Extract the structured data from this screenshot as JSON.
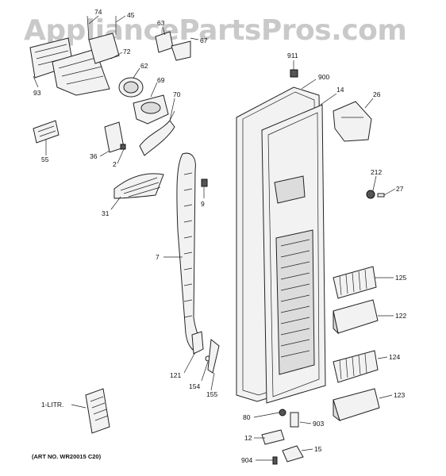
{
  "watermark": "AppliancePartsPros.com",
  "art_number": "(ART NO. WR20015 C20)",
  "callouts": [
    {
      "id": "74"
    },
    {
      "id": "45"
    },
    {
      "id": "63"
    },
    {
      "id": "67"
    },
    {
      "id": "72"
    },
    {
      "id": "93"
    },
    {
      "id": "62"
    },
    {
      "id": "69"
    },
    {
      "id": "70"
    },
    {
      "id": "55"
    },
    {
      "id": "36"
    },
    {
      "id": "2"
    },
    {
      "id": "31"
    },
    {
      "id": "9"
    },
    {
      "id": "7"
    },
    {
      "id": "911"
    },
    {
      "id": "900"
    },
    {
      "id": "14"
    },
    {
      "id": "26"
    },
    {
      "id": "212"
    },
    {
      "id": "27"
    },
    {
      "id": "125"
    },
    {
      "id": "122"
    },
    {
      "id": "124"
    },
    {
      "id": "123"
    },
    {
      "id": "121"
    },
    {
      "id": "154"
    },
    {
      "id": "155"
    },
    {
      "id": "1-LITR."
    },
    {
      "id": "80"
    },
    {
      "id": "903"
    },
    {
      "id": "12"
    },
    {
      "id": "15"
    },
    {
      "id": "904"
    }
  ]
}
